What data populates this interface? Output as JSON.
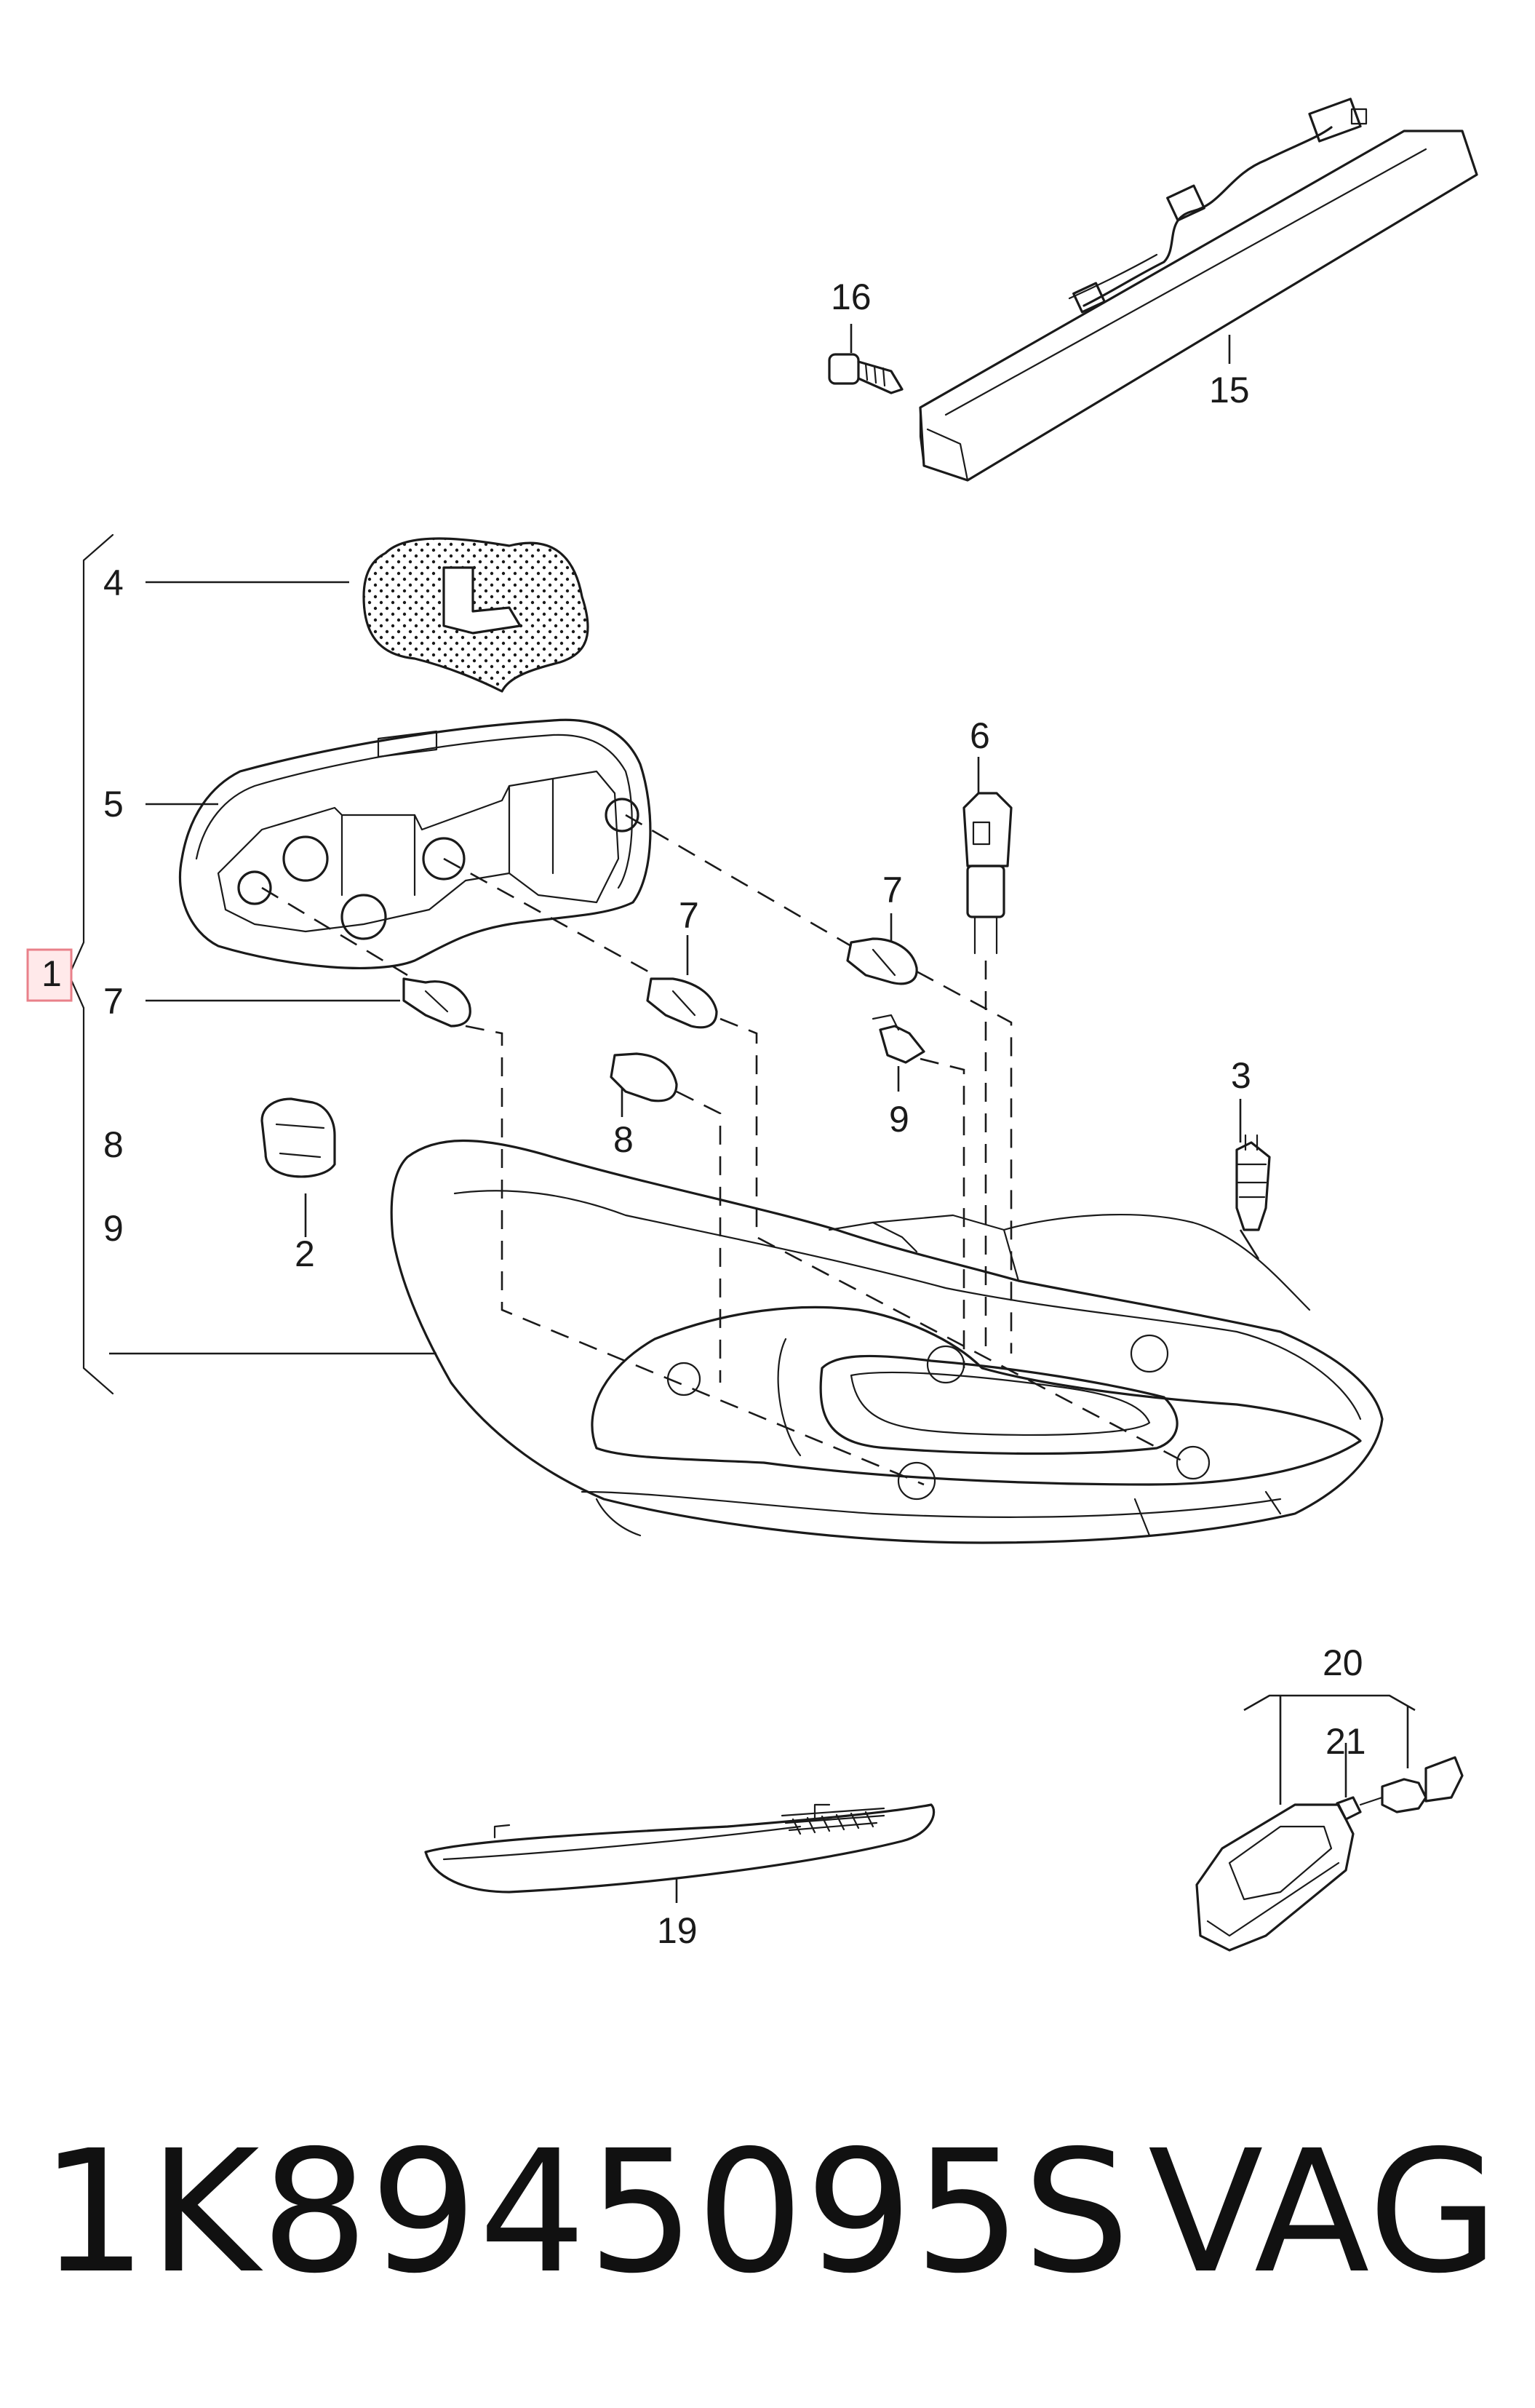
{
  "diagram": {
    "callouts": {
      "c1": "1",
      "c2": "2",
      "c3": "3",
      "c4": "4",
      "c5": "5",
      "c6": "6",
      "c7a": "7",
      "c7b": "7",
      "c7c": "7",
      "c8a": "8",
      "c8b": "8",
      "c9a": "9",
      "c9b": "9",
      "c15": "15",
      "c16": "16",
      "c19": "19",
      "c20": "20",
      "c21": "21"
    },
    "part_number": "1K8945095S",
    "brand": "VAG"
  }
}
